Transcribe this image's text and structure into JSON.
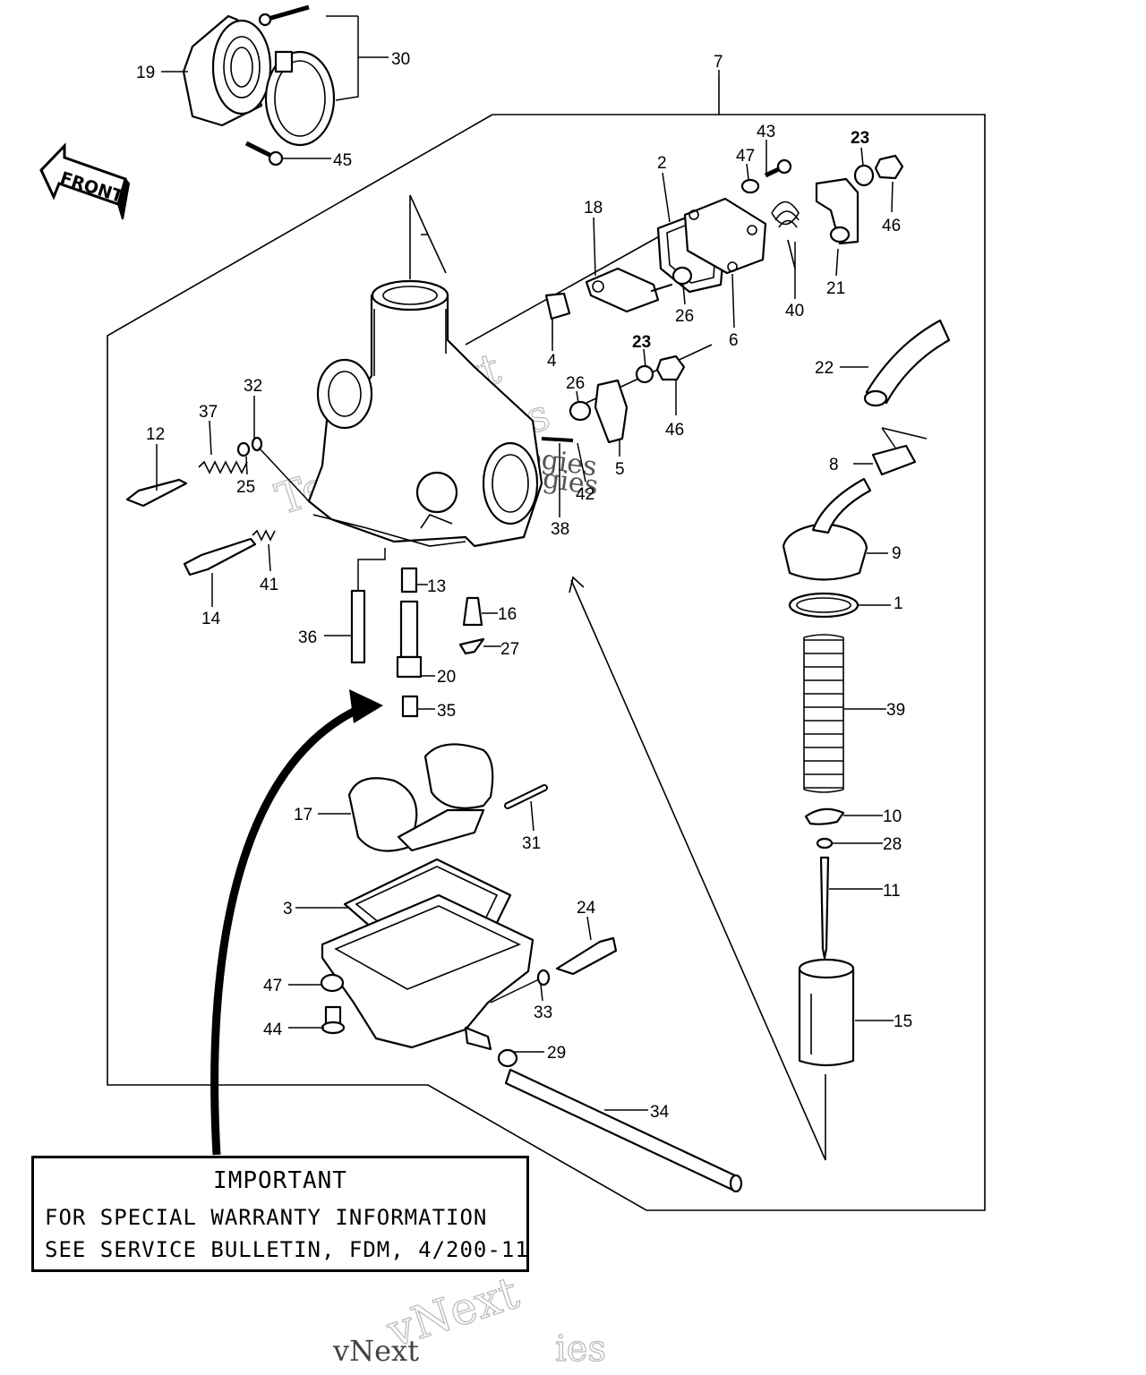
{
  "front_label": "FRONT",
  "callouts": [
    {
      "id": "7",
      "bold": false
    },
    {
      "id": "30",
      "bold": false
    },
    {
      "id": "19",
      "bold": false
    },
    {
      "id": "45",
      "bold": false
    },
    {
      "id": "43",
      "bold": false
    },
    {
      "id": "47",
      "bold": false
    },
    {
      "id": "23",
      "bold": true
    },
    {
      "id": "2",
      "bold": false
    },
    {
      "id": "18",
      "bold": false
    },
    {
      "id": "46",
      "bold": false
    },
    {
      "id": "21",
      "bold": false
    },
    {
      "id": "40",
      "bold": false
    },
    {
      "id": "26",
      "bold": false
    },
    {
      "id": "6",
      "bold": false
    },
    {
      "id": "4",
      "bold": false
    },
    {
      "id": "23",
      "bold": true
    },
    {
      "id": "26",
      "bold": false
    },
    {
      "id": "46",
      "bold": false
    },
    {
      "id": "22",
      "bold": false
    },
    {
      "id": "32",
      "bold": false
    },
    {
      "id": "37",
      "bold": false
    },
    {
      "id": "12",
      "bold": false
    },
    {
      "id": "25",
      "bold": false
    },
    {
      "id": "5",
      "bold": false
    },
    {
      "id": "42",
      "bold": false
    },
    {
      "id": "38",
      "bold": false
    },
    {
      "id": "8",
      "bold": false
    },
    {
      "id": "9",
      "bold": false
    },
    {
      "id": "41",
      "bold": false
    },
    {
      "id": "14",
      "bold": false
    },
    {
      "id": "13",
      "bold": false
    },
    {
      "id": "1",
      "bold": false
    },
    {
      "id": "16",
      "bold": false
    },
    {
      "id": "36",
      "bold": false
    },
    {
      "id": "27",
      "bold": false
    },
    {
      "id": "20",
      "bold": false
    },
    {
      "id": "39",
      "bold": false
    },
    {
      "id": "35",
      "bold": false
    },
    {
      "id": "17",
      "bold": false
    },
    {
      "id": "10",
      "bold": false
    },
    {
      "id": "31",
      "bold": false
    },
    {
      "id": "28",
      "bold": false
    },
    {
      "id": "11",
      "bold": false
    },
    {
      "id": "3",
      "bold": false
    },
    {
      "id": "24",
      "bold": false
    },
    {
      "id": "47",
      "bold": false
    },
    {
      "id": "33",
      "bold": false
    },
    {
      "id": "15",
      "bold": false
    },
    {
      "id": "44",
      "bold": false
    },
    {
      "id": "29",
      "bold": false
    },
    {
      "id": "34",
      "bold": false
    }
  ],
  "notice": {
    "title": "IMPORTANT",
    "line1": "FOR SPECIAL WARRANTY INFORMATION",
    "line2": "SEE SERVICE BULLETIN, FDM, 4/200-11"
  },
  "watermarks": [
    "vNext",
    "Technologies",
    "vNext Technologies",
    "Technologies",
    "vNext",
    "vNext",
    "ies"
  ]
}
